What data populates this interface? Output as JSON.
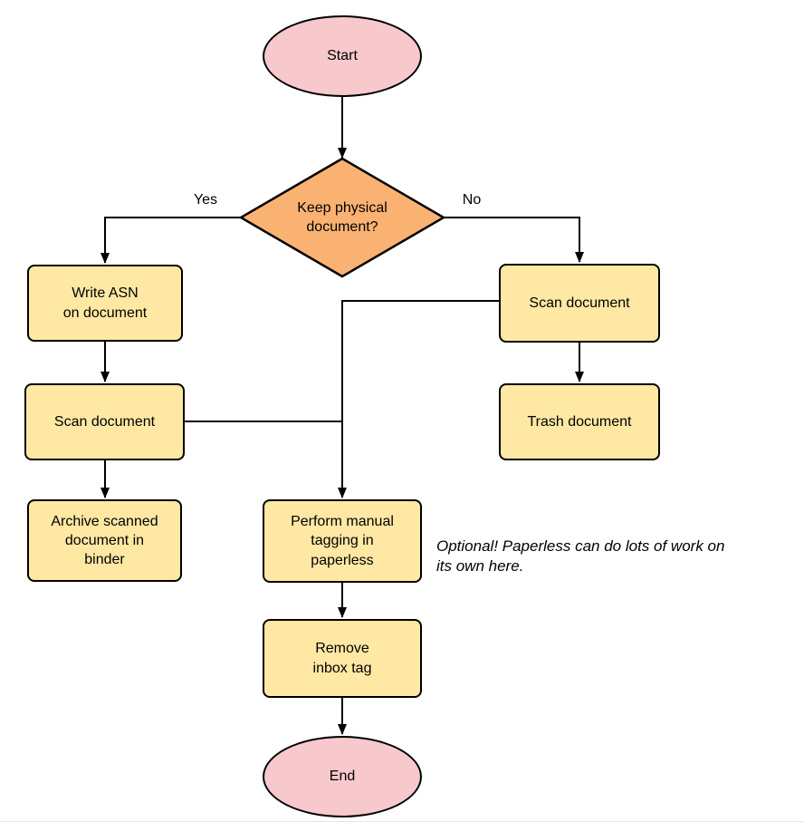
{
  "colors": {
    "terminal-fill": "#f7c8cc",
    "decision-fill": "#fab272",
    "process-fill": "#ffe8a3",
    "stroke": "#000000",
    "annotation-color": "#000000"
  },
  "nodes": {
    "start": "Start",
    "decision": "Keep physical\ndocument?",
    "write_asn": "Write ASN\non document",
    "scan_left": "Scan document",
    "archive": "Archive scanned\ndocument in\nbinder",
    "scan_right": "Scan document",
    "trash": "Trash document",
    "tagging": "Perform manual\ntagging in\npaperless",
    "remove_inbox": "Remove\ninbox tag",
    "end": "End"
  },
  "edge_labels": {
    "yes": "Yes",
    "no": "No"
  },
  "annotation": "Optional! Paperless can do lots of work on\nits own here."
}
